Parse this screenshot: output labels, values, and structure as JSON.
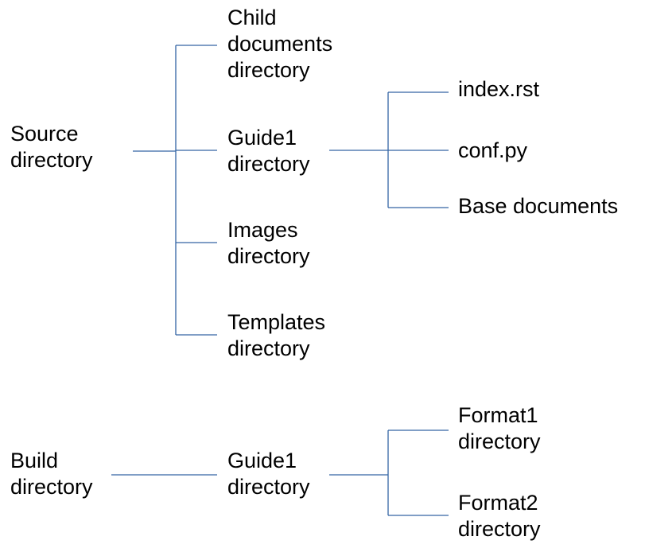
{
  "diagram": {
    "line_color": "#3465a4",
    "source_tree": {
      "root": [
        "Source",
        "directory"
      ],
      "children": [
        {
          "lines": [
            "Child",
            "documents",
            "directory"
          ]
        },
        {
          "lines": [
            "Guide1",
            "directory"
          ]
        },
        {
          "lines": [
            "Images",
            "directory"
          ]
        },
        {
          "lines": [
            "Templates",
            "directory"
          ]
        }
      ],
      "guide_children": [
        {
          "lines": [
            "index.rst"
          ]
        },
        {
          "lines": [
            "conf.py"
          ]
        },
        {
          "lines": [
            "Base documents"
          ]
        }
      ]
    },
    "build_tree": {
      "root": [
        "Build",
        "directory"
      ],
      "child": [
        "Guide1",
        "directory"
      ],
      "format_children": [
        {
          "lines": [
            "Format1",
            "directory"
          ]
        },
        {
          "lines": [
            "Format2",
            "directory"
          ]
        }
      ]
    }
  }
}
